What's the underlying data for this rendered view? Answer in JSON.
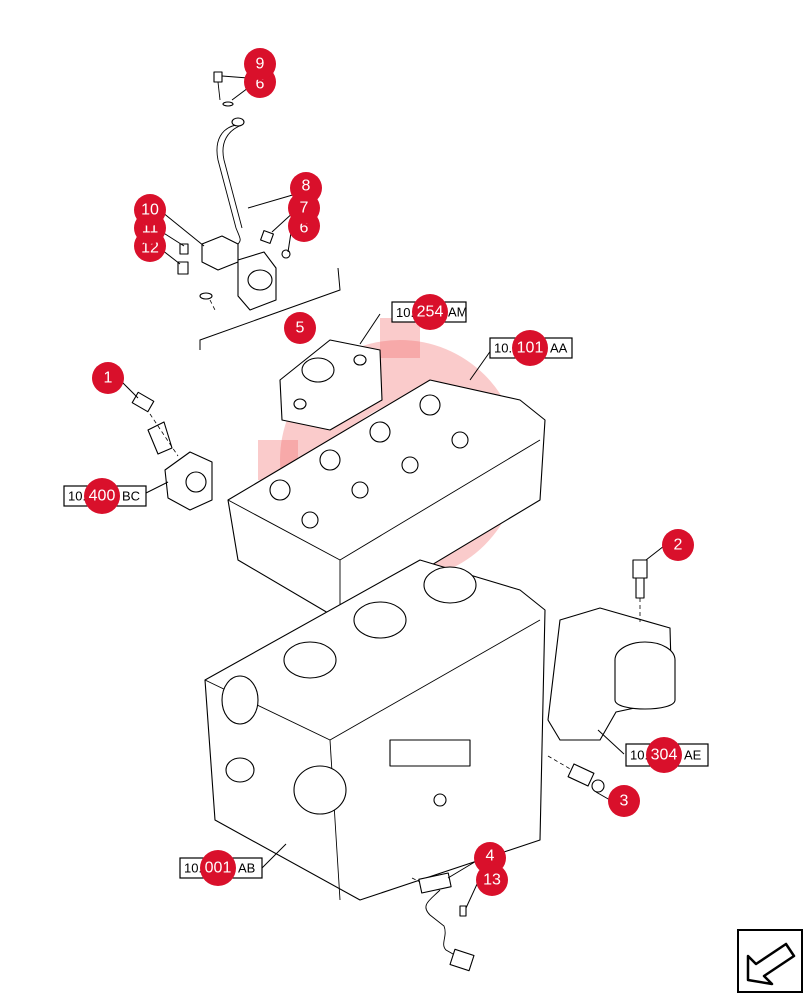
{
  "callouts": [
    {
      "id": "c9",
      "label": "9"
    },
    {
      "id": "c6a",
      "label": "6"
    },
    {
      "id": "c8",
      "label": "8"
    },
    {
      "id": "c7",
      "label": "7"
    },
    {
      "id": "c6b",
      "label": "6"
    },
    {
      "id": "c10",
      "label": "10"
    },
    {
      "id": "c11",
      "label": "11"
    },
    {
      "id": "c12",
      "label": "12"
    },
    {
      "id": "c5",
      "label": "5"
    },
    {
      "id": "c1",
      "label": "1"
    },
    {
      "id": "c2",
      "label": "2"
    },
    {
      "id": "c3",
      "label": "3"
    },
    {
      "id": "c4",
      "label": "4"
    },
    {
      "id": "c13",
      "label": "13"
    }
  ],
  "references": [
    {
      "id": "r1",
      "prefix": "10.",
      "code": "254",
      "suffix": "AM"
    },
    {
      "id": "r2",
      "prefix": "10.",
      "code": "101",
      "suffix": "AA"
    },
    {
      "id": "r3",
      "prefix": "10.",
      "code": "400",
      "suffix": "BC"
    },
    {
      "id": "r4",
      "prefix": "10.",
      "code": "304",
      "suffix": "AE"
    },
    {
      "id": "r5",
      "prefix": "10.",
      "code": "001",
      "suffix": "AB"
    }
  ],
  "watermark": {
    "color": "#f26b6b"
  },
  "accent_color": "#d9102b",
  "icons": {
    "nav": "next-page-arrow-icon"
  }
}
